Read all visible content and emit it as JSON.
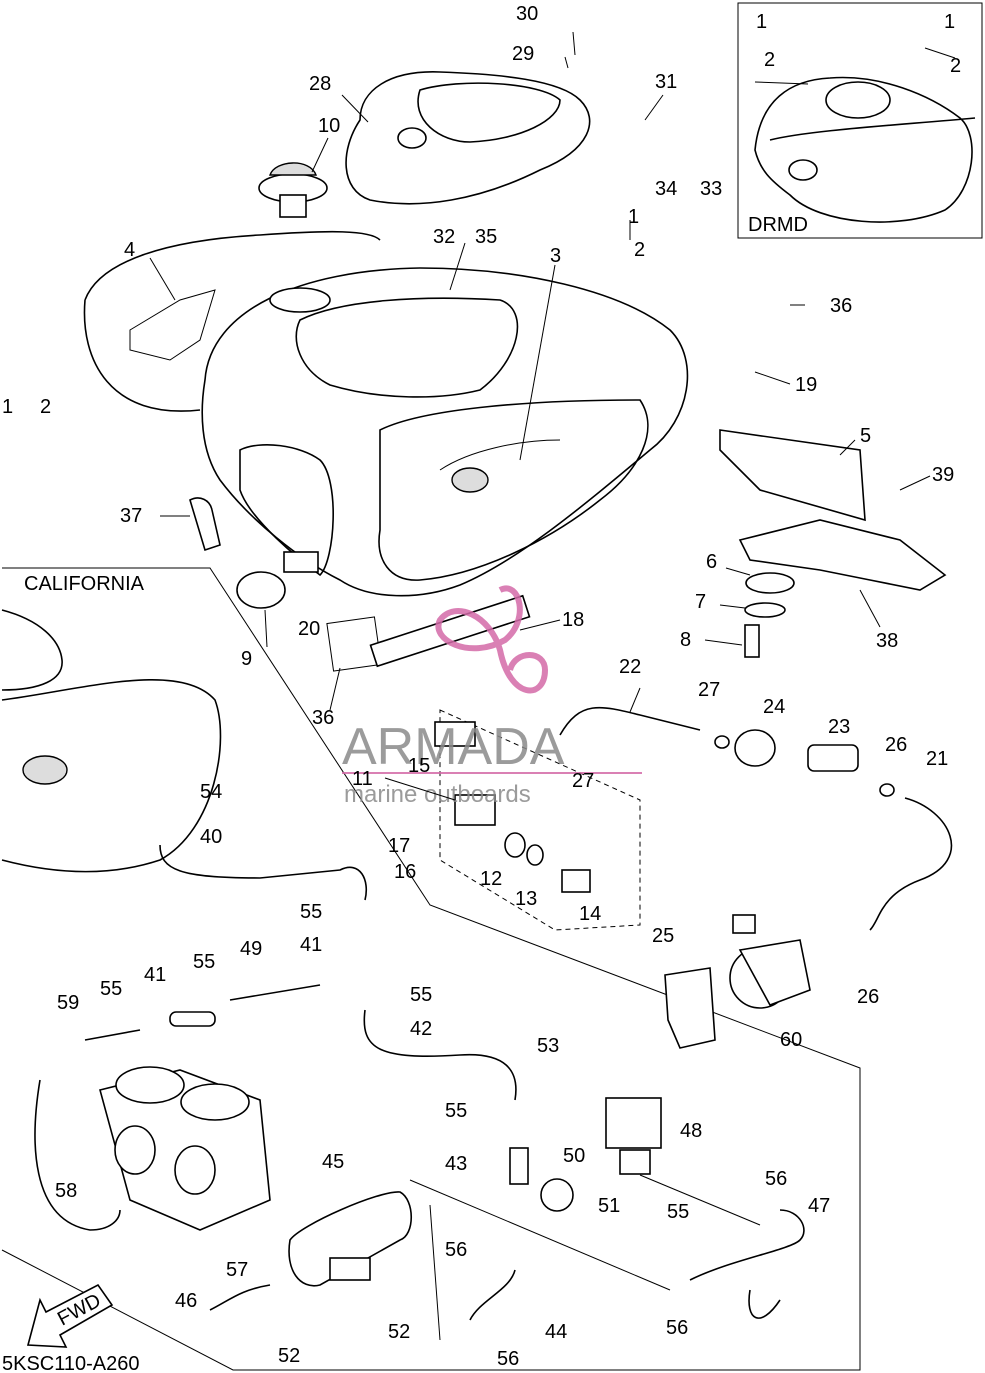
{
  "inset_labels": {
    "drmd": "DRMD",
    "california": "CALIFORNIA"
  },
  "diagram_code": "5KSC110-A260",
  "fwd_label": "FWD",
  "watermark": {
    "brand": "ARMADA",
    "tagline": "marine outboards",
    "accent_color": "#d46aa8"
  },
  "callouts": {
    "c30": "30",
    "c29": "29",
    "c31": "31",
    "c28": "28",
    "c10": "10",
    "c34": "34",
    "c33": "33",
    "c32": "32",
    "c35": "35",
    "c3": "3",
    "c1a": "1",
    "c2a": "2",
    "c4": "4",
    "c36a": "36",
    "c19": "19",
    "c1b": "1",
    "c2b": "2",
    "c5": "5",
    "c39": "39",
    "c37": "37",
    "c6": "6",
    "c7": "7",
    "c8": "8",
    "c38": "38",
    "c9": "9",
    "c20": "20",
    "c18": "18",
    "c36b": "36",
    "c22": "22",
    "c27a": "27",
    "c24": "24",
    "c23": "23",
    "c26a": "26",
    "c21": "21",
    "c15": "15",
    "c11": "11",
    "c27b": "27",
    "c54": "54",
    "c40": "40",
    "c17": "17",
    "c16": "16",
    "c12": "12",
    "c13": "13",
    "c14": "14",
    "c55a": "55",
    "c41a": "41",
    "c25": "25",
    "c26b": "26",
    "c55b": "55",
    "c49": "49",
    "c55c": "55",
    "c41b": "41",
    "c59": "59",
    "c55d": "55",
    "c42": "42",
    "c60": "60",
    "c53": "53",
    "c48": "48",
    "c55e": "55",
    "c45": "45",
    "c43": "43",
    "c50": "50",
    "c58": "58",
    "c51": "51",
    "c56a": "56",
    "c47": "47",
    "c55f": "55",
    "c56b": "56",
    "c57": "57",
    "c46": "46",
    "c44": "44",
    "c52a": "52",
    "c52b": "52",
    "c56c": "56",
    "c56d": "56",
    "d1a": "1",
    "d2a": "2",
    "d1b": "1",
    "d2b": "2"
  }
}
